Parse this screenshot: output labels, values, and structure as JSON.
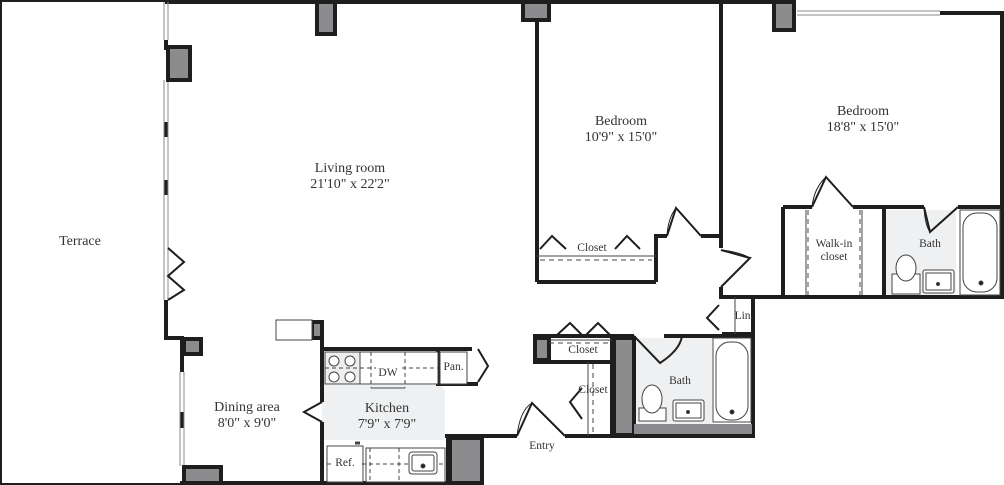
{
  "plan": {
    "rooms": [
      {
        "id": "terrace",
        "name": "Terrace",
        "dims": ""
      },
      {
        "id": "living",
        "name": "Living room",
        "dims": "21'10\" x 22'2\""
      },
      {
        "id": "bedroom1",
        "name": "Bedroom",
        "dims": "10'9\" x 15'0\""
      },
      {
        "id": "bedroom2",
        "name": "Bedroom",
        "dims": "18'8\" x 15'0\""
      },
      {
        "id": "dining",
        "name": "Dining area",
        "dims": "8'0\" x 9'0\""
      },
      {
        "id": "kitchen",
        "name": "Kitchen",
        "dims": "7'9\" x 7'9\""
      },
      {
        "id": "walkin",
        "name": "Walk-in",
        "name2": "closet"
      },
      {
        "id": "bath1",
        "name": "Bath"
      },
      {
        "id": "bath2",
        "name": "Bath"
      }
    ],
    "small_labels": {
      "closet_bed1": "Closet",
      "closet_hall": "Closet",
      "closet_entry": "Closet",
      "linen": "Lin.",
      "entry": "Entry",
      "pantry": "Pan.",
      "dishwasher": "DW",
      "refrigerator": "Ref."
    },
    "colors": {
      "wall": "#1e1e1e",
      "column_fill": "#8c8c8e",
      "wet_area_fill": "#eef0f2",
      "background": "#ffffff"
    }
  }
}
